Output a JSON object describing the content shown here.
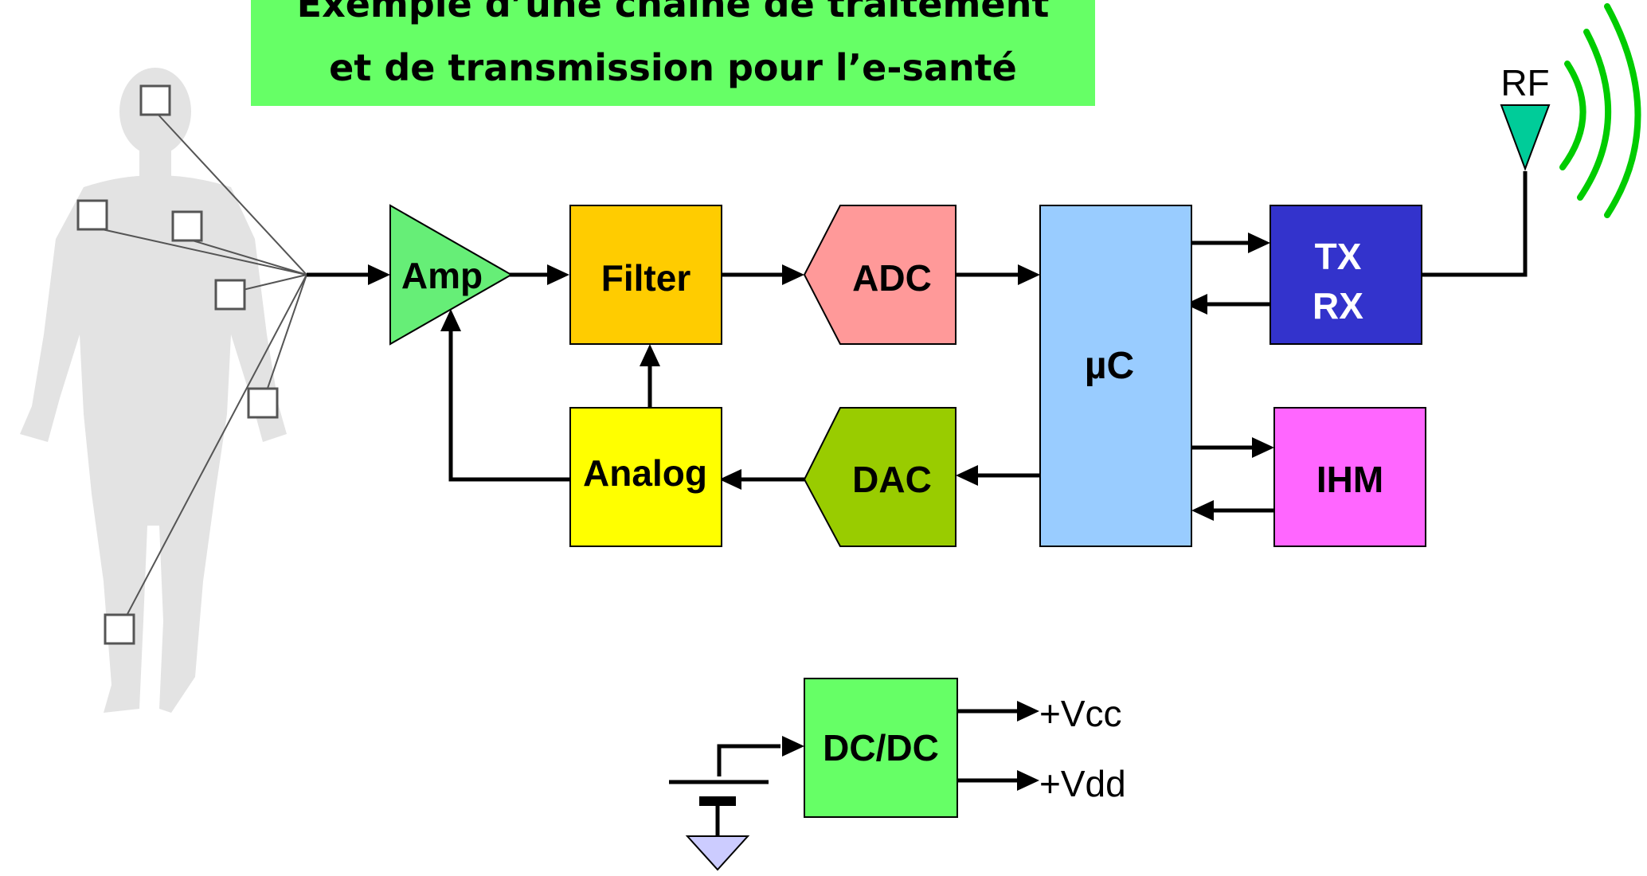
{
  "title": {
    "line1": "Exemple d’une chaîne de traitement",
    "line2": "et de transmission pour  l’e-santé"
  },
  "blocks": {
    "amp": "Amp",
    "filter": "Filter",
    "adc": "ADC",
    "uc": "µC",
    "txrx_line1": "TX",
    "txrx_line2": "RX",
    "analog": "Analog",
    "dac": "DAC",
    "ihm": "IHM",
    "dcdc": "DC/DC"
  },
  "outputs": {
    "vcc": "+Vcc",
    "vdd": "+Vdd"
  },
  "antenna_label": "RF",
  "colors": {
    "title_bg": "#66ff66",
    "amp": "#66ee77",
    "filter": "#ffcc00",
    "adc": "#ff9999",
    "uc": "#99ccff",
    "txrx": "#3333cc",
    "analog": "#ffff00",
    "dac": "#99cc00",
    "ihm": "#ff66ff",
    "dcdc": "#66ff66",
    "antenna": "#00cc99",
    "rf_waves": "#00cc00",
    "ground": "#ccccff",
    "body_silhouette": "#e3e3e3"
  }
}
